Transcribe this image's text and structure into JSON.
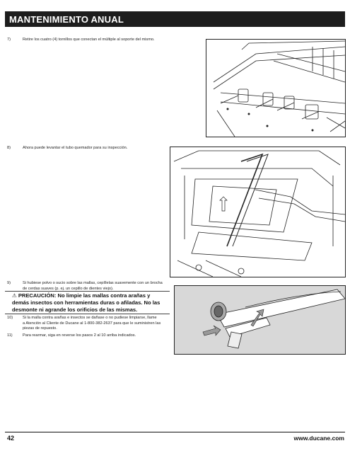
{
  "header": {
    "title": "MANTENIMIENTO ANUAL"
  },
  "steps": [
    {
      "num": "7)",
      "text": "Retire los cuatro (4) tornillos que conectan el múltiple al soporte del mismo."
    },
    {
      "num": "8)",
      "text": "Ahora puede levantar el tubo quemador para su inspección."
    },
    {
      "num": "9)",
      "text": "Si hubiese polvo o sucio sobre las mallas, cepíllelas suavemente con un brocha\nde cerdas suaves (p. ej. un cepillo de dientes viejo)."
    }
  ],
  "caution": {
    "icon": "⚠",
    "text": "PRECAUCIÓN: No limpie las mallas contra arañas y demás insectos con herramientas duras o afiladas. No las desmonte ni agrande los orificios de las mismas."
  },
  "steps_after": [
    {
      "num": "10)",
      "text": "Si la malla contra arañas e insectos se dañase o no pudiese limpiarse, llame\na Atención al Cliente de Ducane al 1-800-382-2637 para que le suministren las\npiezas de repuesto."
    },
    {
      "num": "11)",
      "text": "Para rearmar, siga en reverse los pasos 2 al 10 arriba indicados."
    }
  ],
  "footer": {
    "page_number": "42",
    "website": "www.ducane.com"
  }
}
